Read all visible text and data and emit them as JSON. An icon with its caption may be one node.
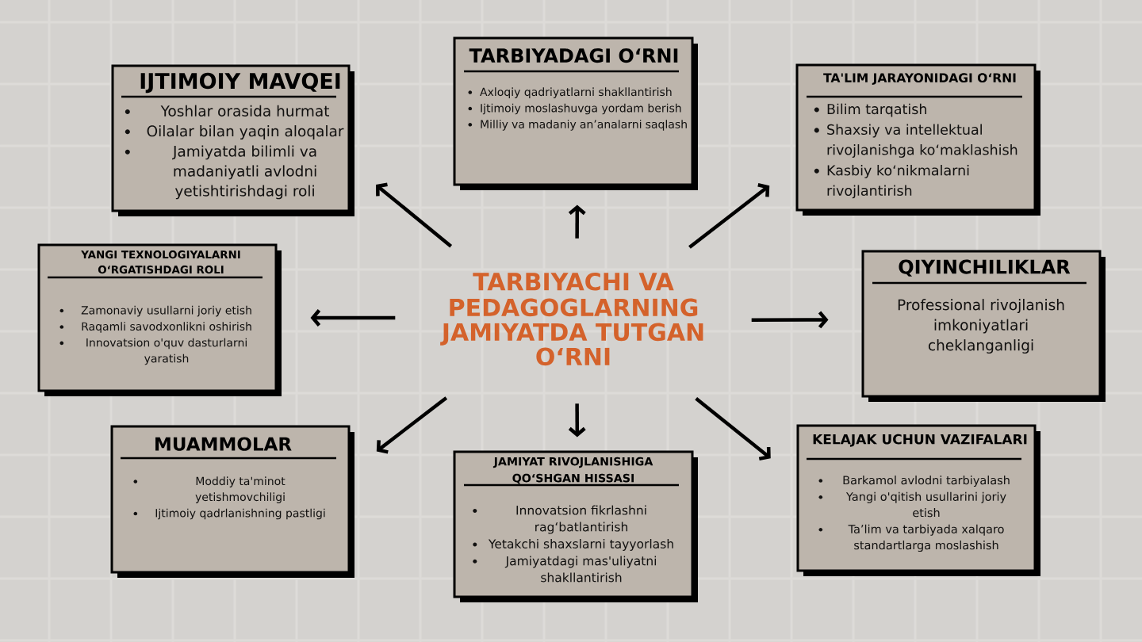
{
  "diagram": {
    "nodes": [
      {
        "text": [
          "IJTIMOIY MAVQEI",
          "Yoshlar orasida hurmat",
          "Oilalar bilan yaqin aloqalar",
          "Jamiyatda bilimli va madaniyatli avlodni yetishtirishdagi roli"
        ]
      },
      {
        "text": [
          "TARBIYADAGI O‘RNI",
          "Axloqiy qadriyatlarni shakllantirish",
          "Ijtimoiy moslashuvga yordam berish",
          "Milliy va madaniy an’analarni saqlash"
        ]
      },
      {
        "text": [
          "TA'LIM JARAYONIDAGI O‘RNI",
          "Bilim tarqatish",
          "Shaxsiy va intellektual rivojlanishga ko‘maklashish",
          "Kasbiy ko‘nikmalarni rivojlantirish"
        ]
      },
      {
        "text": [
          "YANGI TEXNOLOGIYALARNI O‘RGATISHDAGI ROLI",
          "Zamonaviy usullarni joriy etish",
          "Raqamli savodxonlikni oshirish",
          "Innovatsion o'quv dasturlarni yaratish"
        ]
      },
      {
        "text": [
          "TARBIYACHI VA PEDAGOGLARNING JAMIYATDA TUTGAN O‘RNI"
        ]
      },
      {
        "text": [
          "QIYINCHILIKLAR",
          "Professional rivojlanish imkoniyatlari cheklanganligi"
        ]
      },
      {
        "text": [
          "MUAMMOLAR",
          "Moddiy ta'minot yetishmovchiligi",
          "Ijtimoiy qadrlanishning pastligi"
        ]
      },
      {
        "text": [
          "JAMIYAT RIVOJLANISHIGA QO‘SHGAN HISSASI",
          "Innovatsion fikrlashni rag‘batlantirish",
          "Yetakchi shaxslarni tayyorlash",
          "Jamiyatdagi mas'uliyatni shakllantirish"
        ]
      },
      {
        "text": [
          "KELAJAK UCHUN VAZIFALARI",
          "Barkamol avlodni tarbiyalash",
          "Yangi o'qitish usullarini joriy etish",
          "Ta’lim va tarbiyada xalqaro standartlarga moslashish"
        ]
      }
    ],
    "edges": [
      {
        "from": 4,
        "to": 0,
        "arrow": "to"
      },
      {
        "from": 4,
        "to": 1,
        "arrow": "to"
      },
      {
        "from": 4,
        "to": 2,
        "arrow": "to"
      },
      {
        "from": 4,
        "to": 3,
        "arrow": "to"
      },
      {
        "from": 4,
        "to": 5,
        "arrow": "to"
      },
      {
        "from": 4,
        "to": 6,
        "arrow": "to"
      },
      {
        "from": 4,
        "to": 7,
        "arrow": "to"
      },
      {
        "from": 4,
        "to": 8,
        "arrow": "to"
      }
    ]
  }
}
